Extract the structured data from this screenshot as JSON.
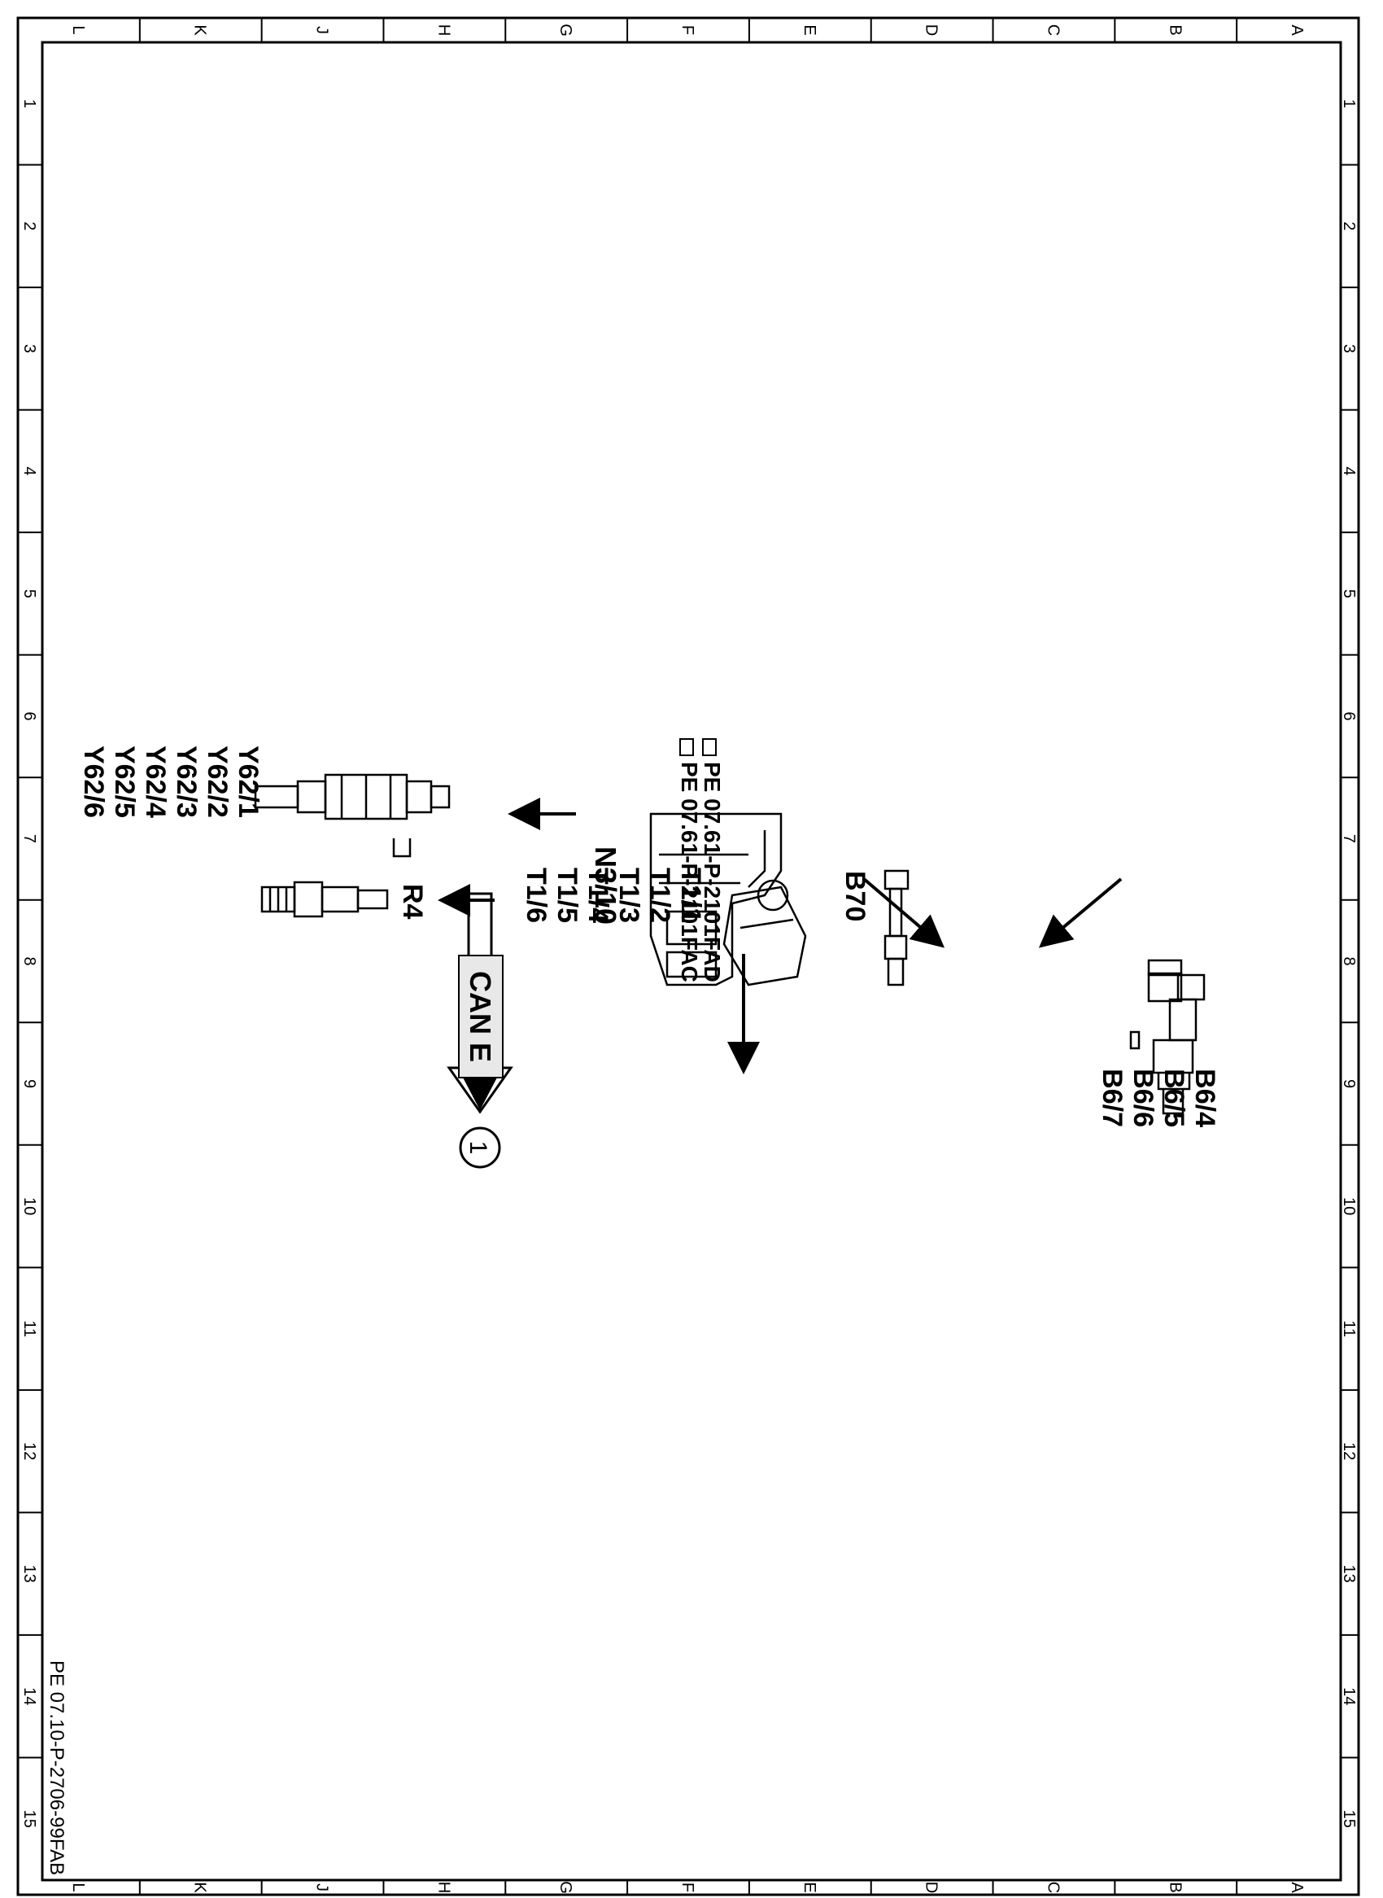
{
  "frame": {
    "columns_top": [
      "L",
      "K",
      "J",
      "H",
      "G",
      "F",
      "E",
      "D",
      "C",
      "B",
      "A"
    ],
    "columns_bottom": [
      "L",
      "K",
      "J",
      "H",
      "G",
      "F",
      "E",
      "D",
      "C",
      "B",
      "A"
    ],
    "rows": [
      "1",
      "2",
      "3",
      "4",
      "5",
      "6",
      "7",
      "8",
      "9",
      "10",
      "11",
      "12",
      "13",
      "14",
      "15"
    ]
  },
  "components": {
    "b6": {
      "labels": [
        "B6/4",
        "B6/5",
        "B6/6",
        "B6/7"
      ],
      "icon": "camshaft-sensor-icon"
    },
    "b70": {
      "labels": [
        "B70"
      ],
      "icon": "crankshaft-sensor-icon"
    },
    "n310": {
      "label": "N3/10",
      "refs": [
        "PE 07.61-P-2101FAC",
        "PE 07.61-P-2101FAD"
      ],
      "icon": "engine-control-unit-icon",
      "ref_icon": "pointing-hand-icon"
    },
    "can": {
      "label": "CAN E",
      "target": "1"
    },
    "y62": {
      "labels": [
        "Y62/1",
        "Y62/2",
        "Y62/3",
        "Y62/4",
        "Y62/5",
        "Y62/6"
      ],
      "icon": "fuel-injector-icon"
    },
    "t1": {
      "labels": [
        "T1/1",
        "T1/2",
        "T1/3",
        "T1/4",
        "T1/5",
        "T1/6"
      ],
      "icon": "ignition-coil-icon"
    },
    "r4": {
      "labels": [
        "R4"
      ],
      "icon": "spark-plug-icon"
    }
  },
  "footer": {
    "doc_id": "PE 07.10-P-2706-99FAB"
  }
}
